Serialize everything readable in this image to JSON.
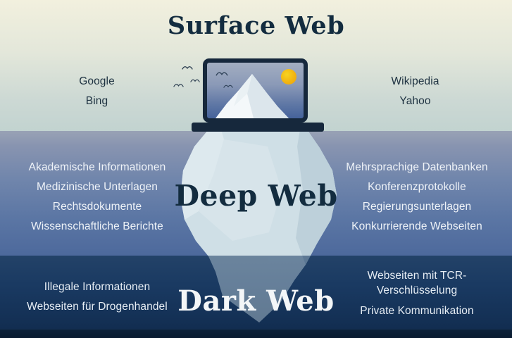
{
  "zones": {
    "surface": {
      "title": "Surface Web",
      "left_items": [
        "Google",
        "Bing"
      ],
      "right_items": [
        "Wikipedia",
        "Yahoo"
      ]
    },
    "deep": {
      "title": "Deep Web",
      "left_items": [
        "Akademische Informationen",
        "Medizinische Unterlagen",
        "Rechtsdokumente",
        "Wissenschaftliche Berichte"
      ],
      "right_items": [
        "Mehrsprachige Datenbanken",
        "Konferenzprotokolle",
        "Regierungsunterlagen",
        "Konkurrierende Webseiten"
      ]
    },
    "dark": {
      "title": "Dark Web",
      "left_items": [
        "Illegale Informationen",
        "Webseiten für Drogenhandel"
      ],
      "right_items": [
        "Webseiten mit TCR-\nVerschlüsselung",
        "Private Kommunikation"
      ]
    }
  },
  "icons": {
    "sun": "yellow-circle",
    "bird": "curved-wing-silhouette",
    "laptop": "dark-navy-frame",
    "iceberg": "faceted-white-polygon"
  },
  "colors": {
    "title_navy": "#132c3f",
    "laptop_frame": "#16283c",
    "surface_gradient_top": "#f2f0de",
    "surface_gradient_bottom": "#c2d3d0",
    "deep_gradient_top": "#99a2b5",
    "deep_gradient_bottom": "#4d699c",
    "dark_gradient_top": "#234268",
    "dark_gradient_bottom": "#102a4c",
    "bottom_edge": "#091b30",
    "ice": "#cfdfe6",
    "sun": "#f2b511",
    "label_light": "#eff3f8"
  }
}
